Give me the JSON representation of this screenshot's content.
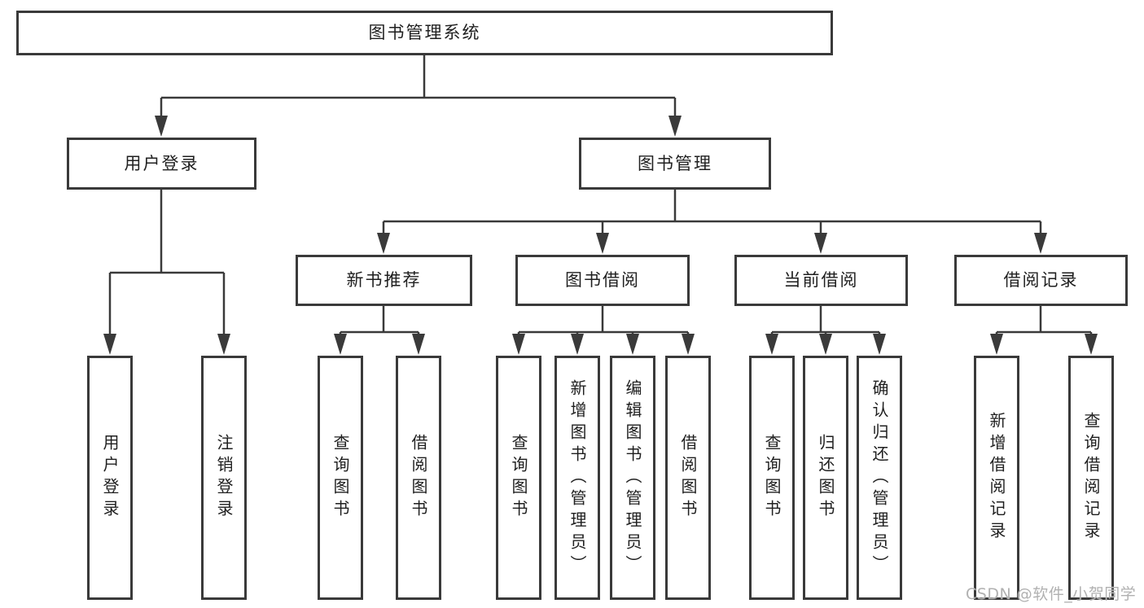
{
  "tree": {
    "label": "图书管理系统",
    "children": [
      {
        "label": "用户登录",
        "children": [
          {
            "label": "用户登录"
          },
          {
            "label": "注销登录"
          }
        ]
      },
      {
        "label": "图书管理",
        "children": [
          {
            "label": "新书推荐",
            "children": [
              {
                "label": "查询图书"
              },
              {
                "label": "借阅图书"
              }
            ]
          },
          {
            "label": "图书借阅",
            "children": [
              {
                "label": "查询图书"
              },
              {
                "label": "新增图书（管理员）"
              },
              {
                "label": "编辑图书（管理员）"
              },
              {
                "label": "借阅图书"
              }
            ]
          },
          {
            "label": "当前借阅",
            "children": [
              {
                "label": "查询图书"
              },
              {
                "label": "归还图书"
              },
              {
                "label": "确认归还（管理员）"
              }
            ]
          },
          {
            "label": "借阅记录",
            "children": [
              {
                "label": "新增借阅记录"
              },
              {
                "label": "查询借阅记录"
              }
            ]
          }
        ]
      }
    ]
  },
  "watermark": {
    "text": "CSDN @软件_小贺同学"
  },
  "colors": {
    "line": "#3a3a3a",
    "text": "#1f1f1f",
    "watermark": "#b1b1b1",
    "background": "#ffffff"
  }
}
